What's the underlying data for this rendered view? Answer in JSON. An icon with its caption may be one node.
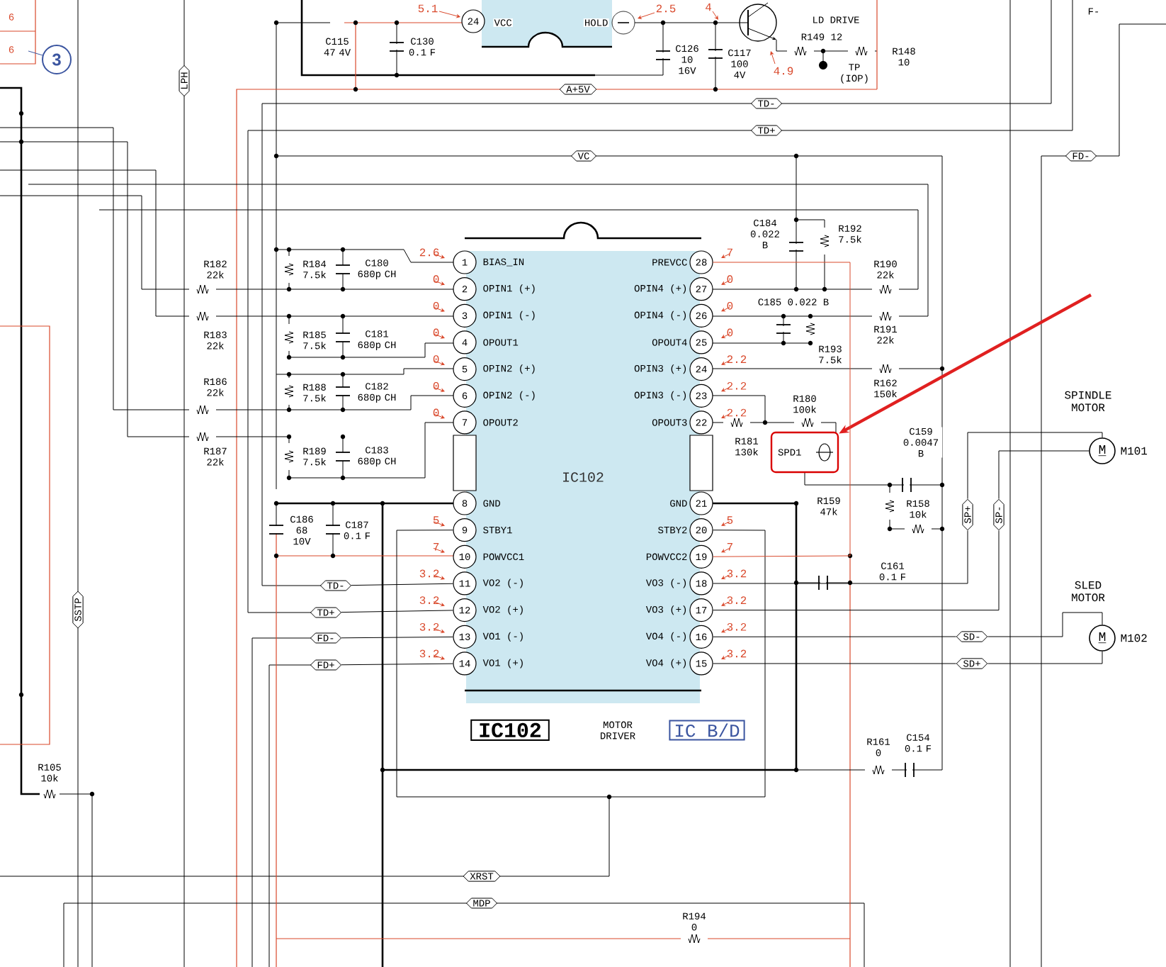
{
  "diagram": {
    "nodes": [
      {
        "text": [
          "IC102"
        ]
      },
      {
        "text": [
          "1"
        ]
      },
      {
        "text": [
          "2"
        ]
      },
      {
        "text": [
          "3"
        ]
      },
      {
        "text": [
          "4"
        ]
      },
      {
        "text": [
          "5"
        ]
      },
      {
        "text": [
          "6"
        ]
      },
      {
        "text": [
          "7"
        ]
      },
      {
        "text": [
          "8"
        ]
      },
      {
        "text": [
          "9"
        ]
      },
      {
        "text": [
          "10"
        ]
      },
      {
        "text": [
          "11"
        ]
      },
      {
        "text": [
          "12"
        ]
      },
      {
        "text": [
          "13"
        ]
      },
      {
        "text": [
          "14"
        ]
      },
      {
        "text": [
          "15"
        ]
      },
      {
        "text": [
          "16"
        ]
      },
      {
        "text": [
          "17"
        ]
      },
      {
        "text": [
          "18"
        ]
      },
      {
        "text": [
          "19"
        ]
      },
      {
        "text": [
          "20"
        ]
      },
      {
        "text": [
          "21"
        ]
      },
      {
        "text": [
          "22"
        ]
      },
      {
        "text": [
          "23"
        ]
      },
      {
        "text": [
          "24"
        ]
      },
      {
        "text": [
          "25"
        ]
      },
      {
        "text": [
          "26"
        ]
      },
      {
        "text": [
          "27"
        ]
      },
      {
        "text": [
          "28"
        ]
      },
      {
        "text": [
          "IC102"
        ]
      },
      {
        "text": [
          "IC B/D"
        ]
      },
      {
        "text": [
          "24"
        ]
      },
      {
        "text": [],
        "shape": "circle"
      },
      {
        "text": [
          "3"
        ]
      },
      {
        "text": [
          "LPH"
        ]
      },
      {
        "text": [
          "A+5V"
        ]
      },
      {
        "text": [
          "TD-"
        ]
      },
      {
        "text": [
          "TD+"
        ]
      },
      {
        "text": [
          "VC"
        ]
      },
      {
        "text": [
          "FD-"
        ]
      },
      {
        "text": [
          "TD-"
        ]
      },
      {
        "text": [
          "TD+"
        ]
      },
      {
        "text": [
          "FD-"
        ]
      },
      {
        "text": [
          "FD+"
        ]
      },
      {
        "text": [
          "SSTP"
        ]
      },
      {
        "text": [
          "SP+"
        ]
      },
      {
        "text": [
          "SP-"
        ]
      },
      {
        "text": [
          "SD-"
        ]
      },
      {
        "text": [
          "SD+"
        ]
      },
      {
        "text": [
          "XRST"
        ]
      },
      {
        "text": [
          "MDP"
        ]
      },
      {
        "text": [
          "M"
        ],
        "beside": [
          "SPINDLE MOTOR",
          "M101"
        ]
      },
      {
        "text": [
          "M"
        ],
        "beside": [
          "SLED MOTOR",
          "M102"
        ]
      },
      {
        "text": [
          "SPD1"
        ]
      }
    ],
    "edges": [
      {
        "from": 11,
        "to": 40,
        "arrow": "none"
      },
      {
        "from": 12,
        "to": 41,
        "arrow": "none"
      },
      {
        "from": 13,
        "to": 42,
        "arrow": "none"
      },
      {
        "from": 14,
        "to": 43,
        "arrow": "none"
      },
      {
        "from": 16,
        "to": 47,
        "arrow": "none"
      },
      {
        "from": 15,
        "to": 48,
        "arrow": "none"
      },
      {
        "from": 18,
        "to": 45,
        "arrow": "none"
      },
      {
        "from": 17,
        "to": 46,
        "arrow": "none"
      },
      {
        "from": 45,
        "to": 51,
        "arrow": "none"
      },
      {
        "from": 46,
        "to": 51,
        "arrow": "none"
      },
      {
        "from": 47,
        "to": 52,
        "arrow": "none"
      },
      {
        "from": 48,
        "to": 52,
        "arrow": "none"
      },
      {
        "from": null,
        "to": 53,
        "arrow": "to",
        "style": "thick",
        "color": "#e02020"
      },
      {
        "from": 33,
        "to": null,
        "arrow": "none",
        "color": "#3b55a0"
      },
      {
        "from": 9,
        "to": 20,
        "arrow": "none"
      },
      {
        "from": 19,
        "to": 28,
        "arrow": "none",
        "color": "#d9482b"
      }
    ],
    "labels": [
      "6",
      "6",
      "5.1",
      "VCC",
      "HOLD",
      "2.5",
      "4",
      "F-",
      "C115 47 4V",
      "C130 0.1 F",
      "C126 10 16V",
      "C117 100 4V",
      "LD DRIVE",
      "4.9",
      "R149 12",
      "TP (IOP)",
      "R148 10",
      "BIAS_IN",
      "OPIN1 (+)",
      "OPIN1 (-)",
      "OPOUT1",
      "OPIN2 (+)",
      "OPIN2 (-)",
      "OPOUT2",
      "GND",
      "STBY1",
      "POWVCC1",
      "VO2 (-)",
      "VO2 (+)",
      "VO1 (-)",
      "VO1 (+)",
      "PREVCC",
      "OPIN4 (+)",
      "OPIN4 (-)",
      "OPOUT4",
      "OPIN3 (+)",
      "OPIN3 (-)",
      "OPOUT3",
      "GND",
      "STBY2",
      "POWVCC2",
      "VO3 (-)",
      "VO3 (+)",
      "VO4 (-)",
      "VO4 (+)",
      "2.6",
      "0",
      "0",
      "0",
      "0",
      "0",
      "0",
      "5",
      "7",
      "3.2",
      "3.2",
      "3.2",
      "3.2",
      "7",
      "0",
      "0",
      "0",
      "2.2",
      "2.2",
      "2.2",
      "5",
      "7",
      "3.2",
      "3.2",
      "3.2",
      "3.2",
      "R182 22k",
      "R184 7.5k",
      "C180 680p CH",
      "R183 22k",
      "R185 7.5k",
      "C181 680p CH",
      "R186 22k",
      "R188 7.5k",
      "C182 680p CH",
      "R187 22k",
      "R189 7.5k",
      "C183 680p CH",
      "C186 68 10V",
      "C187 0.1 F",
      "C184 0.022 B",
      "R192 7.5k",
      "R190 22k",
      "C185 0.022 B",
      "R191 22k",
      "R193 7.5k",
      "R162 150k",
      "R180 100k",
      "R181 130k",
      "C159 0.0047 B",
      "R159 47k",
      "R158 10k",
      "C161 0.1 F",
      "MOTOR DRIVER",
      "R161 0",
      "C154 0.1 F",
      "R105 10k",
      "R194 0"
    ]
  }
}
